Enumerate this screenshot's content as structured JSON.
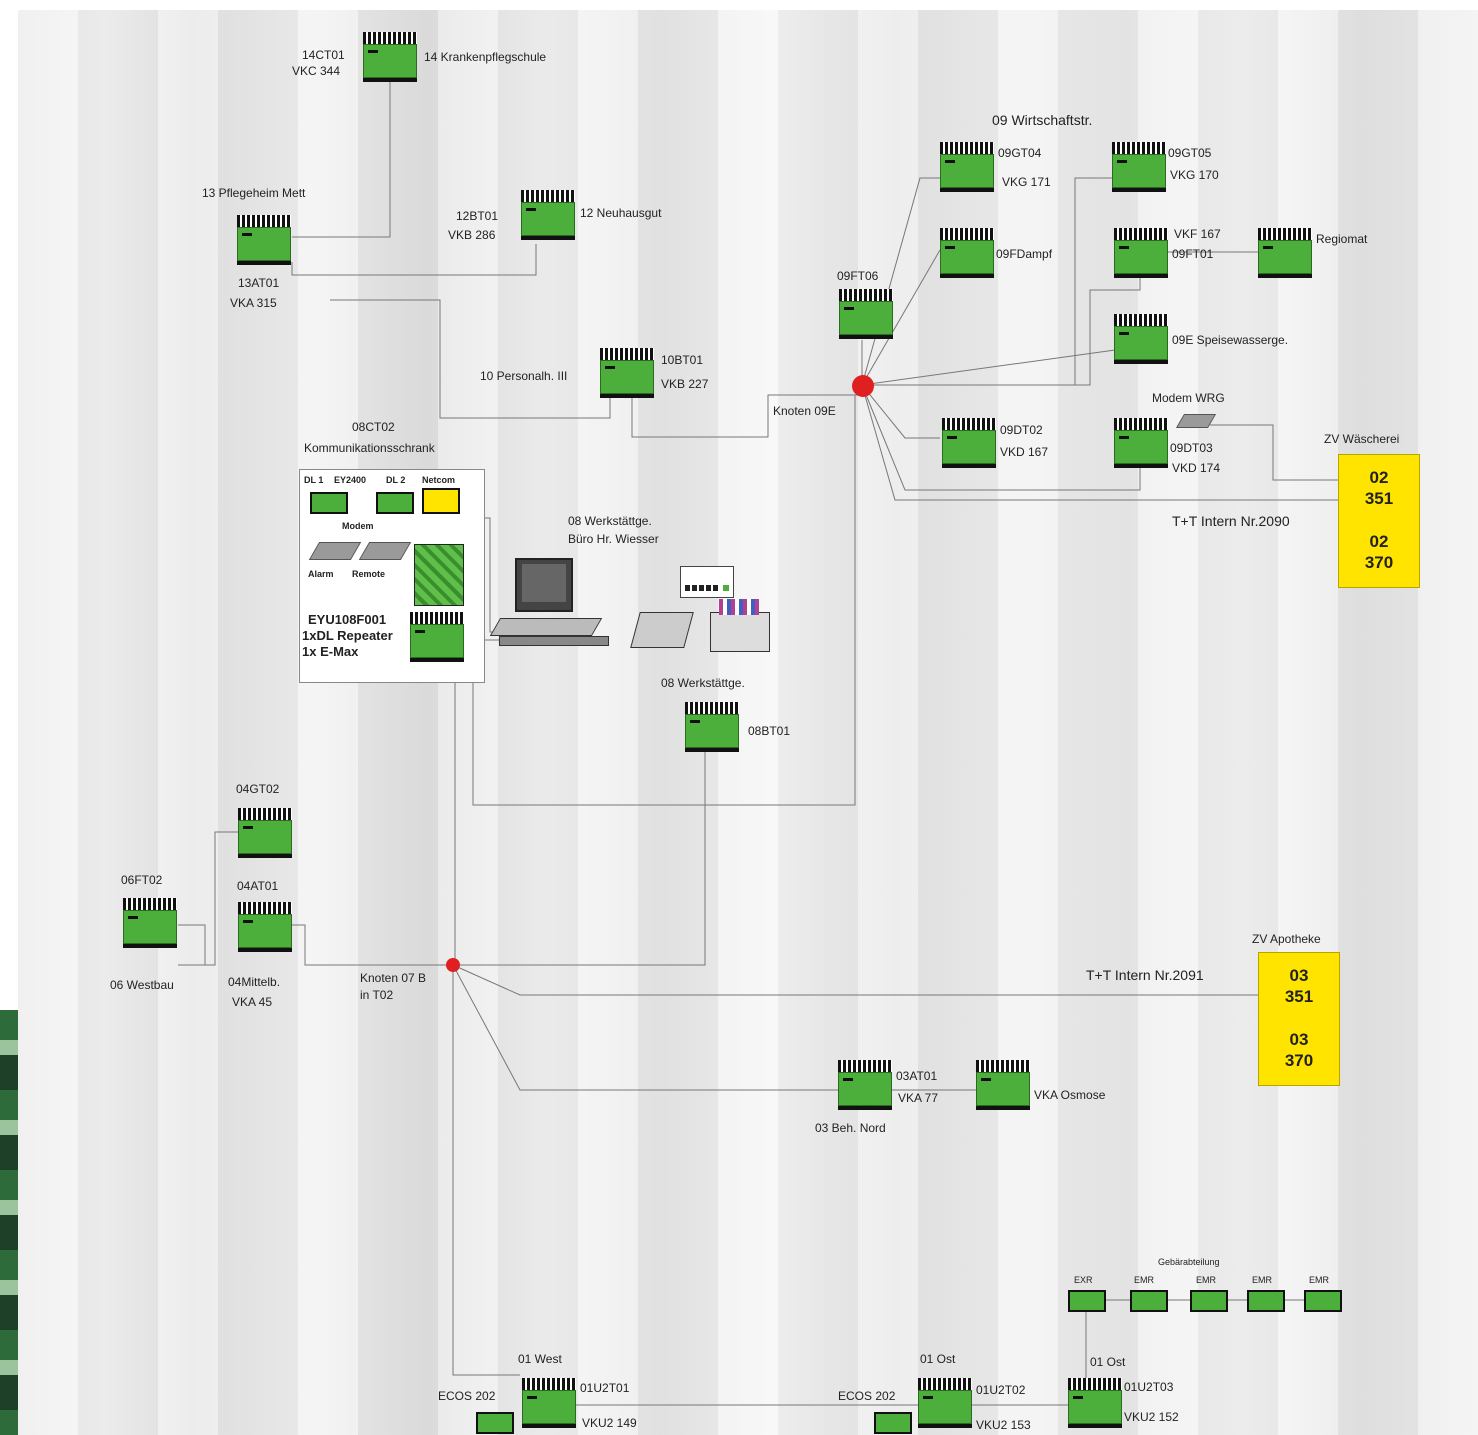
{
  "colors": {
    "device_green": "#4caf3c",
    "yellow_box": "#ffe400",
    "node_red": "#e02020",
    "line_gray": "#777777"
  },
  "labels": {
    "l14a": "14CT01",
    "l14b": "VKC 344",
    "l14c": "14 Krankenpflegschule",
    "l13t": "13 Pflegeheim Mett",
    "l13a": "13AT01",
    "l13b": "VKA 315",
    "l12a": "12BT01",
    "l12b": "VKB 286",
    "l12c": "12 Neuhausgut",
    "l10c": "10 Personalh. III",
    "l10a": "10BT01",
    "l10b": "VKB 227",
    "l09ft06": "09FT06",
    "knoten09": "Knoten 09E",
    "l09w": "09 Wirtschaftstr.",
    "l09gt04": "09GT04",
    "l09gt04b": "VKG 171",
    "l09gt05": "09GT05",
    "l09gt05b": "VKG 170",
    "l09fd": "09FDampf",
    "l09vkf": "VKF 167",
    "l09ft01": "09FT01",
    "l09reg": "Regiomat",
    "l09e": "09E Speisewasserge.",
    "l09dt02": "09DT02",
    "l09dt02b": "VKD 167",
    "modemwrg": "Modem WRG",
    "l09dt03": "09DT03",
    "l09dt03b": "VKD 174",
    "zvw": "ZV Wäscherei",
    "tt2090": "T+T Intern Nr.2090",
    "l08ct": "08CT02",
    "komm": "Kommunikationsschrank",
    "c_dl1": "DL 1",
    "c_ey": "EY2400",
    "c_dl2": "DL 2",
    "c_net": "Netcom",
    "c_modem": "Modem",
    "c_alarm": "Alarm",
    "c_remote": "Remote",
    "c_eyu1": "EYU108F001",
    "c_eyu2": "1xDL Repeater",
    "c_eyu3": "1x E-Max",
    "l08w1": "08 Werkstättge.",
    "l08w2": "Büro Hr. Wiesser",
    "l08w3": "08 Werkstättge.",
    "l08bt": "08BT01",
    "l04gt": "04GT02",
    "l04at": "04AT01",
    "l04a": "04Mittelb.",
    "l04b": "VKA 45",
    "l06ft": "06FT02",
    "l06w": "06 Westbau",
    "knoten07a": "Knoten 07 B",
    "knoten07b": "in T02",
    "tt2091": "T+T Intern Nr.2091",
    "zva": "ZV Apotheke",
    "l03at": "03AT01",
    "l03vk": "VKA 77",
    "l03bn": "03 Beh. Nord",
    "l03os": "VKA Osmose",
    "gebaer": "Gebärabteilung",
    "g1": "EXR",
    "g2": "EMR",
    "g3": "EMR",
    "g4": "EMR",
    "g5": "EMR",
    "w01": "01 West",
    "ecos1": "ECOS 202",
    "w01a": "01U2T01",
    "w01b": "VKU2 149",
    "o01a": "01 Ost",
    "ecos2": "ECOS 202",
    "o01b": "01U2T02",
    "o01c": "VKU2 153",
    "o01d": "01 Ost",
    "o01e": "01U2T03",
    "o01f": "VKU2 152"
  },
  "yellow_boxes": {
    "w": {
      "l1": "02",
      "l2": "351",
      "l3": "02",
      "l4": "370"
    },
    "a": {
      "l1": "03",
      "l2": "351",
      "l3": "03",
      "l4": "370"
    }
  }
}
